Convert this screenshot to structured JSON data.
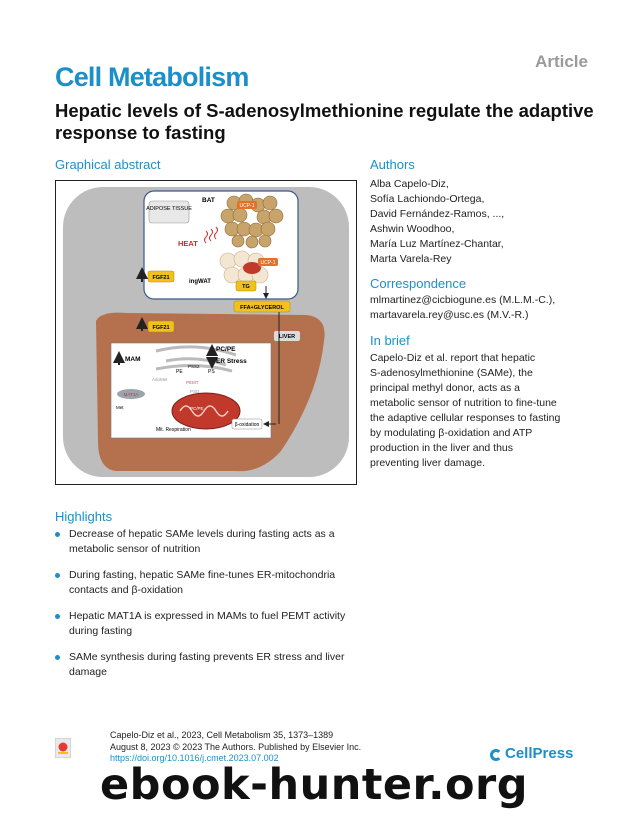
{
  "header": {
    "article_type": "Article",
    "journal": "Cell Metabolism",
    "title": "Hepatic levels of S-adenosylmethionine regulate the adaptive response to fasting"
  },
  "graphical_abstract": {
    "heading": "Graphical abstract",
    "labels": {
      "bat": "BAT",
      "adipose_tissue": "ADIPOSE TISSUE",
      "ucp1_top": "UCP-1",
      "ucp1_bottom": "UCP-1",
      "heat": "HEAT",
      "fgf21_top": "FGF21",
      "fgf21_bottom": "FGF21",
      "ingwat": "ingWAT",
      "tg": "TG",
      "ffa_glycerol": "FFA+GLYCEROL",
      "liver": "LIVER",
      "pc_pe": "PC/PE",
      "er_stress": "ER Stress",
      "mam": "MAM",
      "pss2": "PSS2",
      "pe": "PE",
      "ps": "PS",
      "pemt": "PEMT",
      "pc_pe_mito": "PC/PE",
      "beta_oxidation": "β-oxidation",
      "mat1a": "MAT1A",
      "met": "Met",
      "adometh": "AdoMet",
      "psd": "PSD",
      "mit_respiration": "Mit. Respiration"
    }
  },
  "authors": {
    "heading": "Authors",
    "list": [
      "Alba Capelo-Diz,",
      "Sofía Lachiondo-Ortega,",
      "David Fernández-Ramos, ...,",
      "Ashwin Woodhoo,",
      "María Luz Martínez-Chantar,",
      "Marta Varela-Rey"
    ]
  },
  "correspondence": {
    "heading": "Correspondence",
    "lines": [
      "mlmartinez@cicbiogune.es (M.L.M.-C.),",
      "martavarela.rey@usc.es (M.V.-R.)"
    ]
  },
  "in_brief": {
    "heading": "In brief",
    "lines": [
      "Capelo-Diz et al. report that hepatic",
      "S-adenosylmethionine (SAMe), the",
      "principal methyl donor, acts as a",
      "metabolic sensor of nutrition to fine-tune",
      "the adaptive cellular responses to fasting",
      "by modulating β-oxidation and ATP",
      "production in the liver and thus",
      "preventing liver damage."
    ]
  },
  "highlights": {
    "heading": "Highlights",
    "items": [
      [
        "Decrease of hepatic SAMe levels during fasting acts as a",
        "metabolic sensor of nutrition"
      ],
      [
        "During fasting, hepatic SAMe fine-tunes ER-mitochondria",
        "contacts and β-oxidation"
      ],
      [
        "Hepatic MAT1A is expressed in MAMs to fuel PEMT activity",
        "during fasting"
      ],
      [
        "SAMe synthesis during fasting prevents ER stress and liver",
        "damage"
      ]
    ]
  },
  "footer": {
    "citation": "Capelo-Diz et al., 2023, Cell Metabolism 35, 1373–1389",
    "date_line": "August 8, 2023 © 2023 The Authors. Published by Elsevier Inc.",
    "doi": "https://doi.org/10.1016/j.cmet.2023.07.002",
    "publisher": "CellPress",
    "watermark": "ebook-hunter.org"
  },
  "colors": {
    "accent": "#1d8fc8",
    "liver": "#b5714e",
    "fgf21": "#f2c11e",
    "ucp1": "#e5702a",
    "heat": "#d62828"
  }
}
